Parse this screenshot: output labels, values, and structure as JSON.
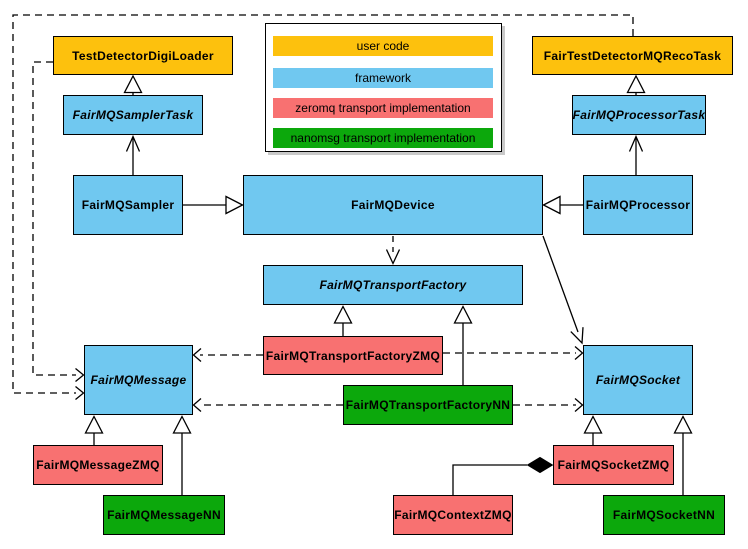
{
  "palette": {
    "user_code": "#FDC10D",
    "framework": "#70C8F0",
    "zeromq": "#F87171",
    "nanomsg": "#0CA80C",
    "line": "#000000",
    "background": "#FFFFFF"
  },
  "legend": {
    "items": [
      {
        "label": "user code",
        "category": "user_code"
      },
      {
        "label": "framework",
        "category": "framework"
      },
      {
        "label": "zeromq transport implementation",
        "category": "zeromq"
      },
      {
        "label": "nanomsg transport implementation",
        "category": "nanomsg"
      }
    ]
  },
  "nodes": {
    "test_detector_digi_loader": {
      "label": "TestDetectorDigiLoader",
      "category": "user_code",
      "abstract": false
    },
    "fair_test_detector_mq_reco_task": {
      "label": "FairTestDetectorMQRecoTask",
      "category": "user_code",
      "abstract": false
    },
    "fairmq_sampler_task": {
      "label": "FairMQSamplerTask",
      "category": "framework",
      "abstract": true
    },
    "fairmq_processor_task": {
      "label": "FairMQProcessorTask",
      "category": "framework",
      "abstract": true
    },
    "fairmq_sampler": {
      "label": "FairMQSampler",
      "category": "framework",
      "abstract": false
    },
    "fairmq_device": {
      "label": "FairMQDevice",
      "category": "framework",
      "abstract": false
    },
    "fairmq_processor": {
      "label": "FairMQProcessor",
      "category": "framework",
      "abstract": false
    },
    "fairmq_transport_factory": {
      "label": "FairMQTransportFactory",
      "category": "framework",
      "abstract": true
    },
    "fairmq_transport_factory_zmq": {
      "label": "FairMQTransportFactoryZMQ",
      "category": "zeromq",
      "abstract": false
    },
    "fairmq_transport_factory_nn": {
      "label": "FairMQTransportFactoryNN",
      "category": "nanomsg",
      "abstract": false
    },
    "fairmq_message": {
      "label": "FairMQMessage",
      "category": "framework",
      "abstract": true
    },
    "fairmq_socket": {
      "label": "FairMQSocket",
      "category": "framework",
      "abstract": true
    },
    "fairmq_message_zmq": {
      "label": "FairMQMessageZMQ",
      "category": "zeromq",
      "abstract": false
    },
    "fairmq_message_nn": {
      "label": "FairMQMessageNN",
      "category": "nanomsg",
      "abstract": false
    },
    "fairmq_socket_zmq": {
      "label": "FairMQSocketZMQ",
      "category": "zeromq",
      "abstract": false
    },
    "fairmq_socket_nn": {
      "label": "FairMQSocketNN",
      "category": "nanomsg",
      "abstract": false
    },
    "fairmq_context_zmq": {
      "label": "FairMQContextZMQ",
      "category": "zeromq",
      "abstract": false
    }
  },
  "edges": [
    {
      "from": "FairMQSamplerTask",
      "to": "TestDetectorDigiLoader",
      "style": "solid",
      "head": "hollow-triangle"
    },
    {
      "from": "FairMQProcessorTask",
      "to": "FairTestDetectorMQRecoTask",
      "style": "solid",
      "head": "hollow-triangle"
    },
    {
      "from": "FairMQSampler",
      "to": "FairMQSamplerTask",
      "style": "solid",
      "head": "open-arrow"
    },
    {
      "from": "FairMQProcessor",
      "to": "FairMQProcessorTask",
      "style": "solid",
      "head": "open-arrow"
    },
    {
      "from": "FairMQSampler",
      "to": "FairMQDevice",
      "style": "solid",
      "head": "hollow-triangle"
    },
    {
      "from": "FairMQProcessor",
      "to": "FairMQDevice",
      "style": "solid",
      "head": "hollow-triangle"
    },
    {
      "from": "FairMQDevice",
      "to": "FairMQTransportFactory",
      "style": "dashed",
      "head": "open-arrow"
    },
    {
      "from": "FairMQDevice",
      "to": "FairMQSocket",
      "style": "solid",
      "head": "open-arrow"
    },
    {
      "from": "FairMQTransportFactoryZMQ",
      "to": "FairMQTransportFactory",
      "style": "solid",
      "head": "hollow-triangle"
    },
    {
      "from": "FairMQTransportFactoryNN",
      "to": "FairMQTransportFactory",
      "style": "solid",
      "head": "hollow-triangle"
    },
    {
      "from": "FairMQTransportFactoryZMQ",
      "to": "FairMQMessage",
      "style": "dashed",
      "head": "open-arrow"
    },
    {
      "from": "FairMQTransportFactoryZMQ",
      "to": "FairMQSocket",
      "style": "dashed",
      "head": "open-arrow"
    },
    {
      "from": "FairMQTransportFactoryNN",
      "to": "FairMQMessage",
      "style": "dashed",
      "head": "open-arrow"
    },
    {
      "from": "FairMQTransportFactoryNN",
      "to": "FairMQSocket",
      "style": "dashed",
      "head": "open-arrow"
    },
    {
      "from": "TestDetectorDigiLoader",
      "to": "FairMQMessage",
      "style": "dashed",
      "head": "open-arrow"
    },
    {
      "from": "FairTestDetectorMQRecoTask",
      "to": "FairMQMessage",
      "style": "dashed",
      "head": "open-arrow"
    },
    {
      "from": "FairMQMessageZMQ",
      "to": "FairMQMessage",
      "style": "solid",
      "head": "hollow-triangle"
    },
    {
      "from": "FairMQMessageNN",
      "to": "FairMQMessage",
      "style": "solid",
      "head": "hollow-triangle"
    },
    {
      "from": "FairMQSocketZMQ",
      "to": "FairMQSocket",
      "style": "solid",
      "head": "hollow-triangle"
    },
    {
      "from": "FairMQSocketNN",
      "to": "FairMQSocket",
      "style": "solid",
      "head": "hollow-triangle"
    },
    {
      "from": "FairMQContextZMQ",
      "to": "FairMQSocketZMQ",
      "style": "solid",
      "head": "filled-diamond"
    }
  ]
}
